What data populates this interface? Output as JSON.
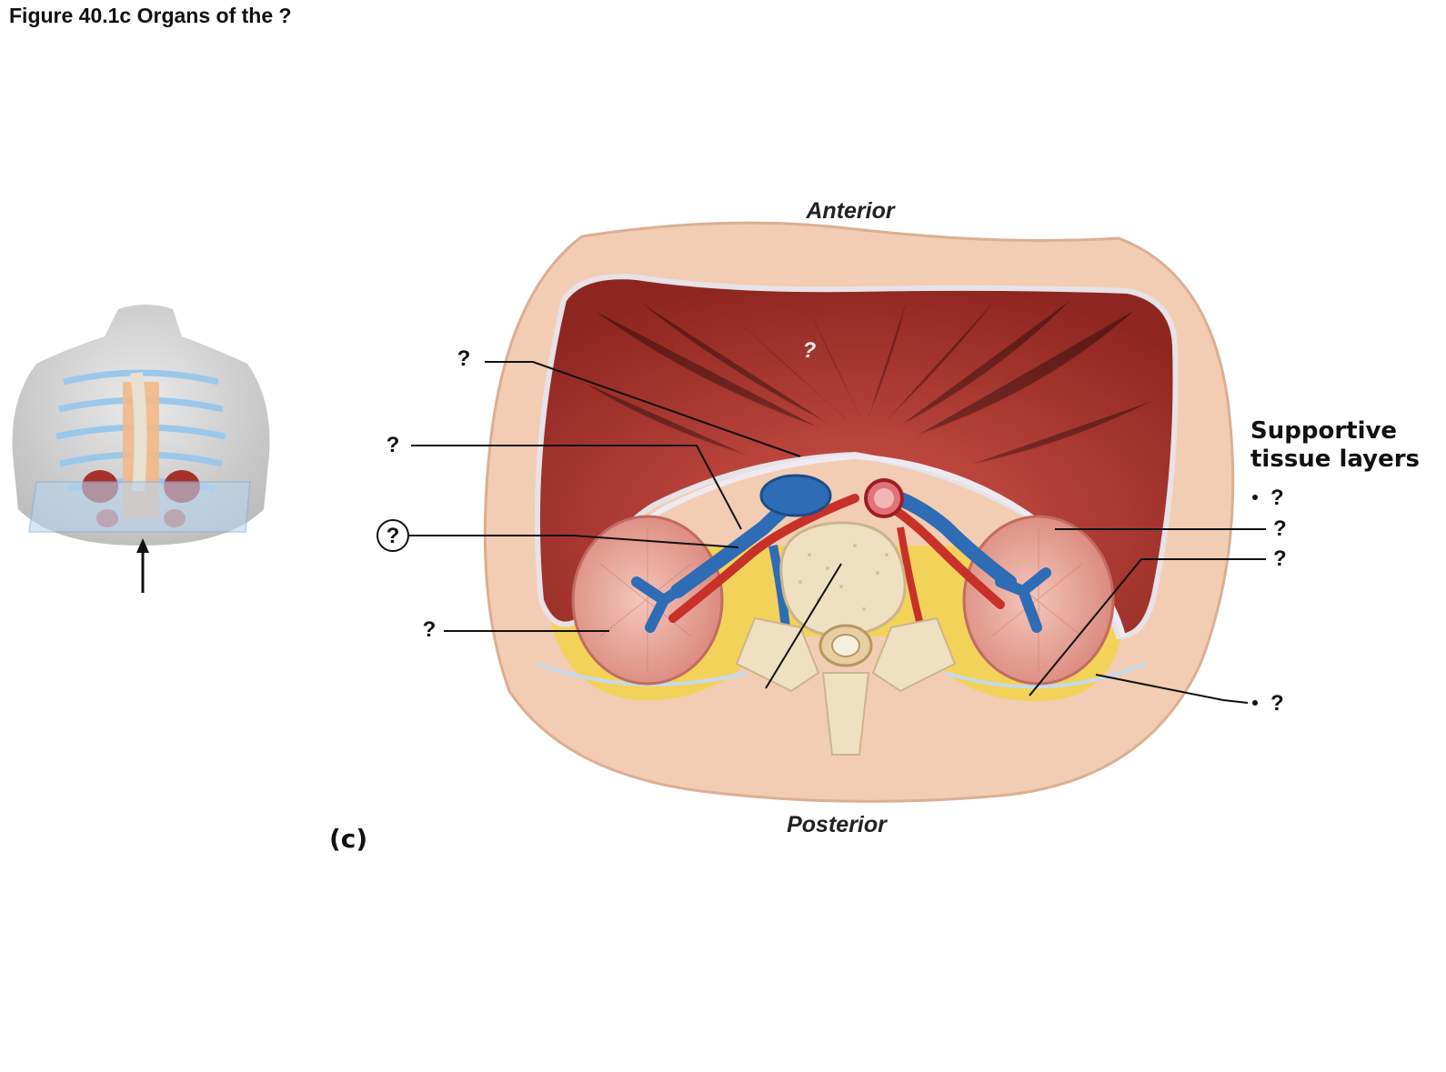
{
  "figure": {
    "title": "Figure 40.1c  Organs of the ?",
    "panel_label": "(c)"
  },
  "orientation": {
    "anterior": "Anterior",
    "posterior": "Posterior"
  },
  "labels": {
    "center_organ": "?",
    "left": [
      "?",
      "?",
      "?",
      "?"
    ]
  },
  "supportive": {
    "heading_line1": "Supportive",
    "heading_line2": "tissue layers",
    "items": [
      "?",
      "?",
      "?",
      "?"
    ]
  },
  "colors": {
    "skin": "#f2cdb3",
    "muscle": "#b5372e",
    "kidney": "#e7a096",
    "fat": "#f3d24a",
    "vein": "#2e6cb5",
    "artery": "#c8302a",
    "bone": "#efe0c2"
  }
}
